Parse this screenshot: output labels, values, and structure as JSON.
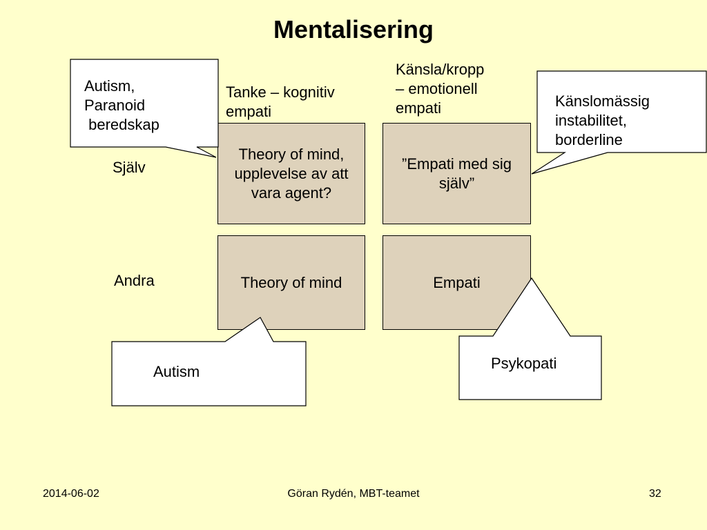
{
  "title": "Mentalisering",
  "columns": {
    "cognitive": "Tanke – kognitiv\nempati",
    "emotional": "Känsla/kropp\n– emotionell\nempati"
  },
  "rows": {
    "self": "Själv",
    "others": "Andra"
  },
  "cells": {
    "self_cognitive": "Theory of mind,\nupplevelse av att\nvara agent?",
    "self_emotional": "”Empati med sig\nsjälv”",
    "others_cognitive": "Theory of mind",
    "others_emotional": "Empati"
  },
  "callouts": {
    "autism_paranoid": "Autism,\nParanoid\n beredskap",
    "borderline": "Känslomässig\ninstabilitet,\nborderline",
    "autism": "Autism",
    "psychopathy": "Psykopati"
  },
  "footer": {
    "date": "2014-06-02",
    "author": "Göran Rydén, MBT-teamet",
    "page": "32"
  }
}
